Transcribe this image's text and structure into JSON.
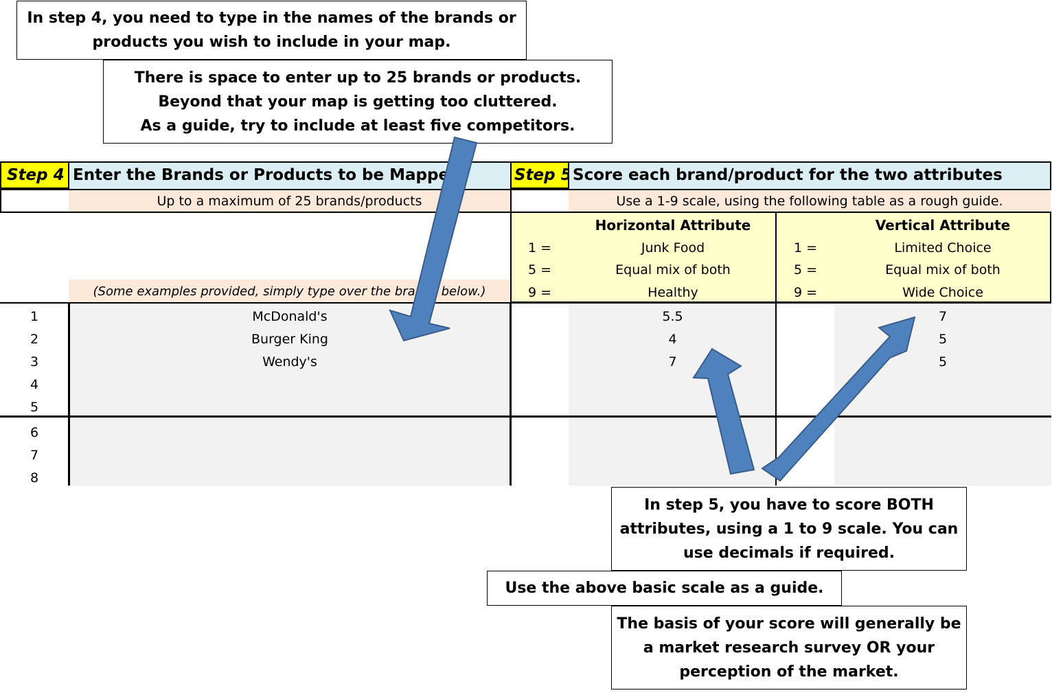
{
  "callouts": {
    "step4_line1": "In step 4, you need to type in the names of the brands or",
    "step4_line2": "products you wish to include in your map.",
    "space_line1": "There is space to enter up to 25 brands or products.",
    "space_line2": "Beyond that your map is getting too cluttered.",
    "space_line3": "As a guide, try to include at least five competitors.",
    "step5_line1": "In step 5, you have to score BOTH",
    "step5_line2": "attributes, using a 1 to 9 scale. You can",
    "step5_line3": "use decimals if required.",
    "guide": "Use the above basic scale as a guide.",
    "basis_line1": "The basis of your score will generally be",
    "basis_line2": "a market research survey OR your",
    "basis_line3": "perception of the market."
  },
  "step4": {
    "label": "Step 4",
    "title": "Enter the Brands or Products to be Mapped",
    "subtitle": "Up to a maximum of 25 brands/products",
    "note": "(Some examples provided, simply type over the brands below.)"
  },
  "step5": {
    "label": "Step 5",
    "title": "Score each brand/product for the two attributes",
    "subtitle": "Use a 1-9 scale, using the following table as a rough guide.",
    "horizontal": {
      "title": "Horizontal Attribute",
      "k1": "1 =",
      "v1": "Junk Food",
      "k5": "5 =",
      "v5": "Equal mix of both",
      "k9": "9 =",
      "v9": "Healthy"
    },
    "vertical": {
      "title": "Vertical Attribute",
      "k1": "1 =",
      "v1": "Limited Choice",
      "k5": "5 =",
      "v5": "Equal mix of both",
      "k9": "9 =",
      "v9": "Wide Choice"
    }
  },
  "rows": [
    {
      "num": "1",
      "brand": "McDonald's",
      "h": "5.5",
      "v": "7"
    },
    {
      "num": "2",
      "brand": "Burger King",
      "h": "4",
      "v": "5"
    },
    {
      "num": "3",
      "brand": "Wendy's",
      "h": "7",
      "v": "5"
    },
    {
      "num": "4",
      "brand": "",
      "h": "",
      "v": ""
    },
    {
      "num": "5",
      "brand": "",
      "h": "",
      "v": ""
    },
    {
      "num": "6",
      "brand": "",
      "h": "",
      "v": ""
    },
    {
      "num": "7",
      "brand": "",
      "h": "",
      "v": ""
    },
    {
      "num": "8",
      "brand": "",
      "h": "",
      "v": ""
    }
  ],
  "colors": {
    "step_label": "#ffff00",
    "header_band": "#daeef3",
    "subtitle_band": "#fde9d9",
    "scale_band": "#ffffcc",
    "input_cell": "#f2f2f2",
    "arrow_fill": "#4f81bd",
    "arrow_stroke": "#385d8a"
  }
}
